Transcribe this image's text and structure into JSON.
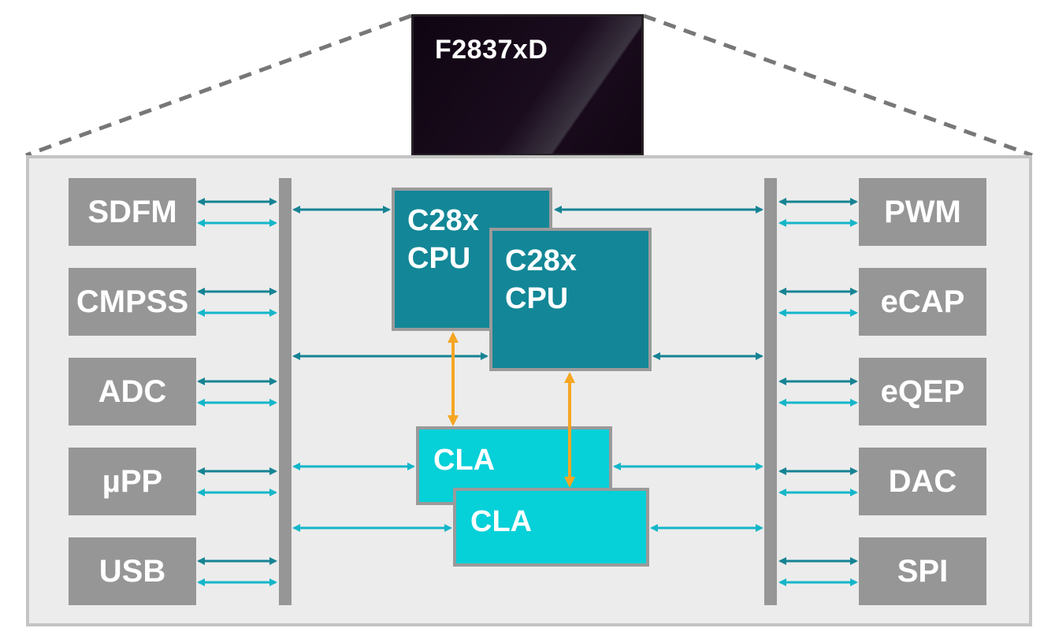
{
  "chip": {
    "label": "F2837xD"
  },
  "colors": {
    "board_fill": "#ececec",
    "board_border": "#c4c4c4",
    "peripheral": "#969696",
    "cpu": "#138797",
    "cla": "#06d0d8",
    "bus_dark": "#168393",
    "bus_light": "#14b6c9",
    "cla_link": "#f5a623"
  },
  "left_peripherals": [
    "SDFM",
    "CMPSS",
    "ADC",
    "µPP",
    "USB"
  ],
  "right_peripherals": [
    "PWM",
    "eCAP",
    "eQEP",
    "DAC",
    "SPI"
  ],
  "cpus": [
    {
      "line1": "C28x",
      "line2": "CPU"
    },
    {
      "line1": "C28x",
      "line2": "CPU"
    }
  ],
  "clas": [
    {
      "label": "CLA"
    },
    {
      "label": "CLA"
    }
  ]
}
